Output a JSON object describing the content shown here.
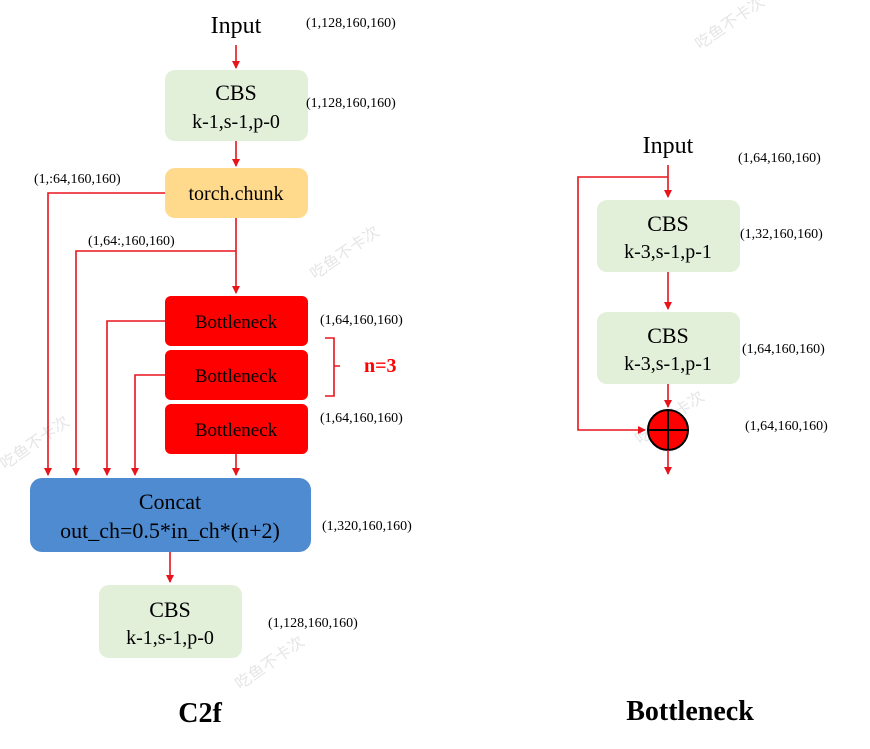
{
  "colors": {
    "arrow": "#e8141b",
    "cbs_fill": "#e2efd9",
    "chunk_fill": "#ffd98c",
    "bottleneck_fill": "#ff0000",
    "concat_fill": "#4f8bd0",
    "n_label": "#ff0000"
  },
  "c2f": {
    "title": "C2f",
    "input_label": "Input",
    "input_shape": "(1,128,160,160)",
    "cbs1": {
      "name": "CBS",
      "params": "k-1,s-1,p-0",
      "shape": "(1,128,160,160)"
    },
    "chunk": {
      "label": "torch.chunk",
      "split_left": "(1,:64,160,160)",
      "split_right": "(1,64:,160,160)"
    },
    "bottlenecks": [
      "Bottleneck",
      "Bottleneck",
      "Bottleneck"
    ],
    "bottleneck_shape_top": "(1,64,160,160)",
    "bottleneck_shape_bottom": "(1,64,160,160)",
    "n_label": "n=3",
    "concat": {
      "name": "Concat",
      "formula": "out_ch=0.5*in_ch*(n+2)",
      "shape": "(1,320,160,160)"
    },
    "cbs2": {
      "name": "CBS",
      "params": "k-1,s-1,p-0",
      "shape": "(1,128,160,160)"
    }
  },
  "bottleneck": {
    "title": "Bottleneck",
    "input_label": "Input",
    "input_shape": "(1,64,160,160)",
    "cbs1": {
      "name": "CBS",
      "params": "k-3,s-1,p-1",
      "shape": "(1,32,160,160)"
    },
    "cbs2": {
      "name": "CBS",
      "params": "k-3,s-1,p-1",
      "shape": "(1,64,160,160)"
    },
    "add_shape": "(1,64,160,160)",
    "add_icon": "circled-plus"
  },
  "watermark": "吃鱼不卡次"
}
